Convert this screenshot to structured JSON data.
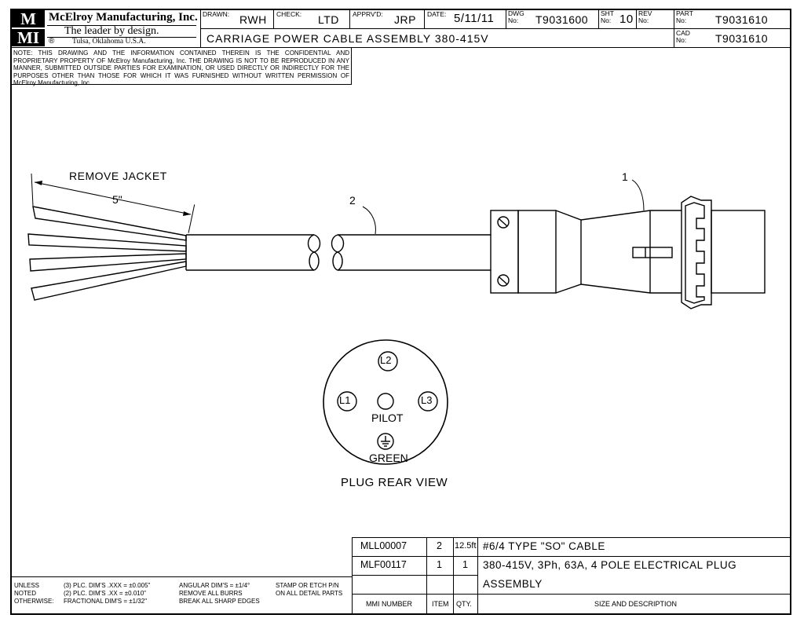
{
  "company": {
    "logo_text": "M M I",
    "name": "McElroy Manufacturing, Inc.",
    "tagline": "The leader by design.",
    "registered": "®",
    "location": "Tulsa, Oklahoma U.S.A."
  },
  "title_block": {
    "drawn_label": "DRAWN:",
    "drawn_value": "RWH",
    "check_label": "CHECK:",
    "check_value": "LTD",
    "apprvd_label": "APPRV'D:",
    "apprvd_value": "JRP",
    "date_label": "DATE:",
    "date_value": "5/11/11",
    "dwg_label": "DWG No:",
    "dwg_value": "T9031600",
    "sht_label": "SHT No:",
    "sht_value": "10",
    "rev_label": "REV No:",
    "rev_value": "",
    "part_label": "PART No:",
    "part_value": "T9031610",
    "cad_label": "CAD No:",
    "cad_value": "T9031610",
    "title": "CARRIAGE POWER CABLE ASSEMBLY 380-415V"
  },
  "proprietary_note": "NOTE: THIS DRAWING AND THE INFORMATION CONTAINED THEREIN IS THE CONFIDENTIAL AND PROPRIETARY PROPERTY OF McElroy Manufacturing, Inc. THE DRAWING IS NOT TO BE REPRODUCED IN ANY MANNER, SUBMITTED OUTSIDE PARTIES FOR EXAMINATION, OR USED DIRECTLY OR INDIRECTLY FOR THE PURPOSES OTHER THAN THOSE FOR WHICH IT WAS FURNISHED WITHOUT WRITTEN PERMISSION OF McElroy Manufacturing, Inc.",
  "drawing": {
    "remove_jacket": "REMOVE JACKET",
    "dimension": "5\"",
    "balloon_1": "1",
    "balloon_2": "2",
    "pin_l1": "L1",
    "pin_l2": "L2",
    "pin_l3": "L3",
    "pin_pilot": "PILOT",
    "pin_green": "GREEN",
    "rear_view_label": "PLUG REAR VIEW"
  },
  "bom": {
    "rows": [
      {
        "mmi": "MLL00007",
        "item": "2",
        "qty": "12.5ft",
        "desc": "#6/4 TYPE \"SO\" CABLE"
      },
      {
        "mmi": "MLF00117",
        "item": "1",
        "qty": "1",
        "desc": "380-415V, 3Ph, 63A, 4 POLE ELECTRICAL PLUG"
      }
    ],
    "assembly": "ASSEMBLY",
    "headers": {
      "mmi": "MMI NUMBER",
      "item": "ITEM",
      "qty": "QTY.",
      "desc": "SIZE AND DESCRIPTION"
    }
  },
  "tolerances": {
    "unless": "UNLESS",
    "noted": "NOTED",
    "otherwise": "OTHERWISE:",
    "t1": "(3) PLC. DIM'S .XXX = ±0.005\"",
    "t2": "(2) PLC. DIM'S .XX = ±0.010\"",
    "t3": "FRACTIONAL DIM'S = ±1/32\"",
    "a1": "ANGULAR DIM'S = ±1/4°",
    "a2": "REMOVE ALL BURRS",
    "a3": "BREAK ALL SHARP EDGES",
    "s1": "STAMP OR ETCH P/N",
    "s2": "ON ALL DETAIL PARTS"
  }
}
